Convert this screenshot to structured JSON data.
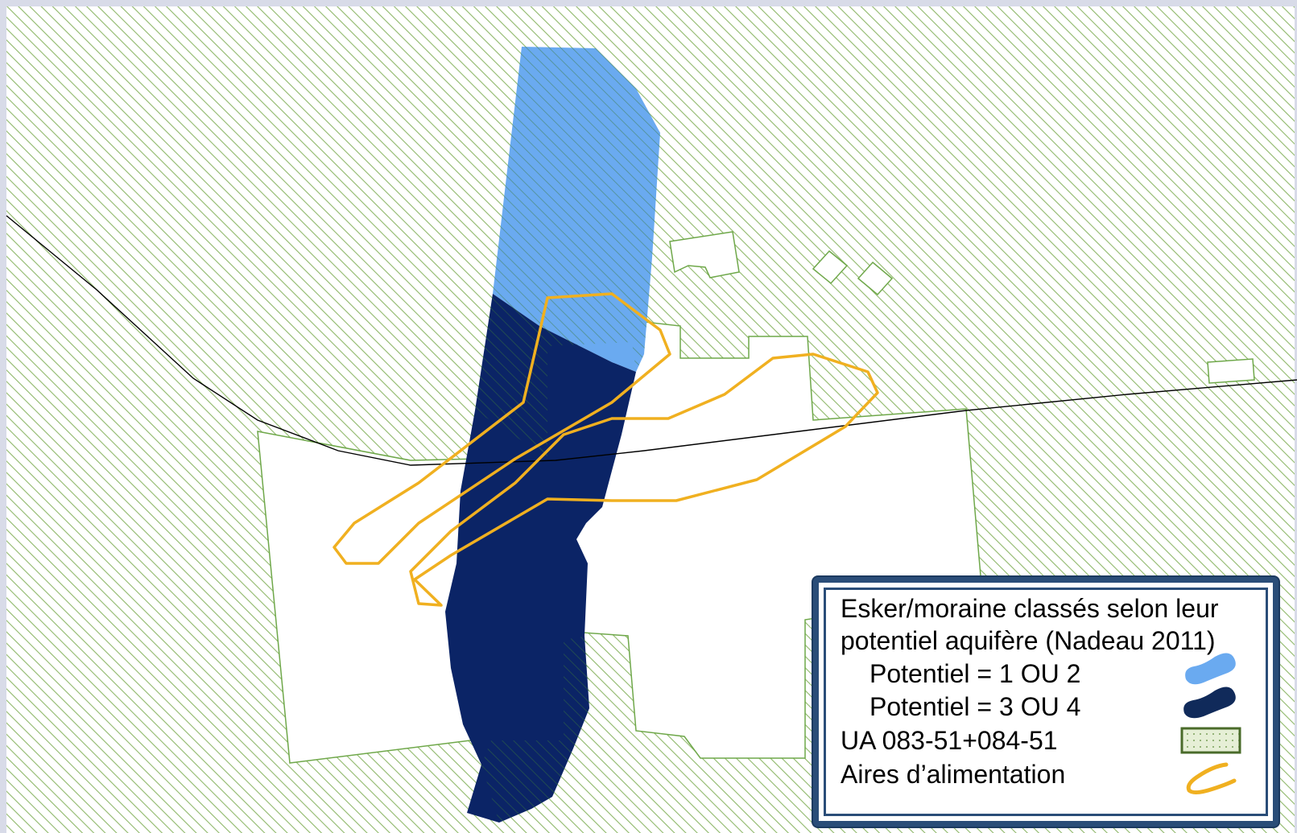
{
  "colors": {
    "hatch_green": "#8fb86a",
    "boundary_green": "#6fa84a",
    "potential_low": "#6aaaf0",
    "potential_high": "#0b2466",
    "supply_area": "#f0b020",
    "road": "#000000",
    "legend_border": "#2a4d78",
    "ua_swatch_fill": "#e6efd6",
    "ua_swatch_border": "#4a6b2a"
  },
  "legend": {
    "title_line1": "Esker/moraine classés selon leur",
    "title_line2": "potentiel aquifère (Nadeau 2011)",
    "items": [
      {
        "label": "Potentiel = 1 OU 2",
        "symbol": "light-blue-blob-icon"
      },
      {
        "label": "Potentiel = 3 OU 4",
        "symbol": "dark-blue-blob-icon"
      },
      {
        "label": "UA 083-51+084-51",
        "symbol": "dotted-green-rect-icon"
      },
      {
        "label": "Aires d’alimentation",
        "symbol": "orange-curve-icon"
      }
    ]
  }
}
